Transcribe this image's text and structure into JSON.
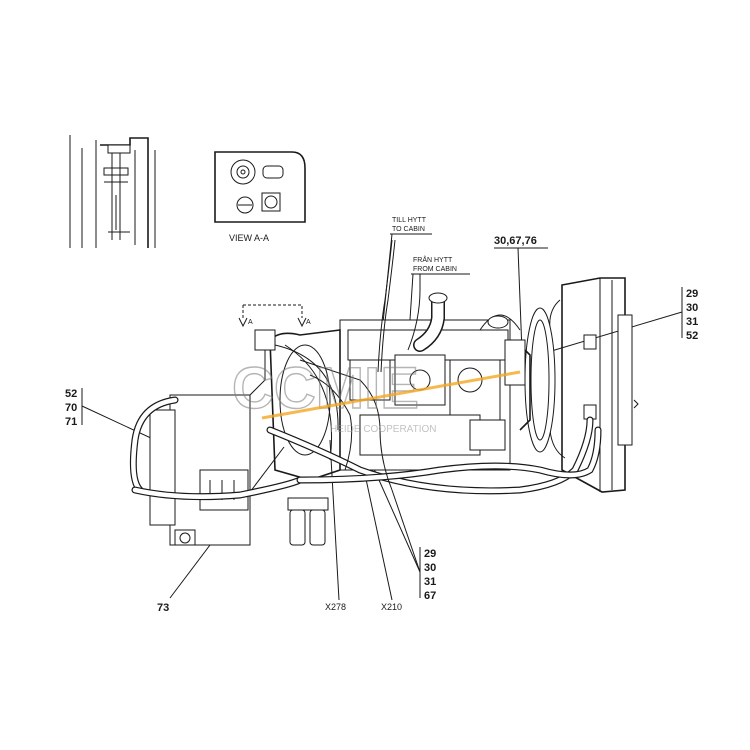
{
  "view_label": "VIEW A-A",
  "section_marker": "A",
  "cabin_to": {
    "line1": "TILL HYTT",
    "line2": "TO CABIN"
  },
  "cabin_from": {
    "line1": "FRÅN HYTT",
    "line2": "FROM CABIN"
  },
  "callouts": {
    "top_center": "30,67,76",
    "right_group": [
      "29",
      "30",
      "31",
      "52"
    ],
    "left_group": [
      "52",
      "70",
      "71"
    ],
    "bottom_group": [
      "29",
      "30",
      "31",
      "67"
    ],
    "bottom_left": "73"
  },
  "connectors": {
    "x278": "X278",
    "x210": "X210"
  },
  "watermark": "CCMIE",
  "watermark_sub": "HEIDE COOPERATION"
}
